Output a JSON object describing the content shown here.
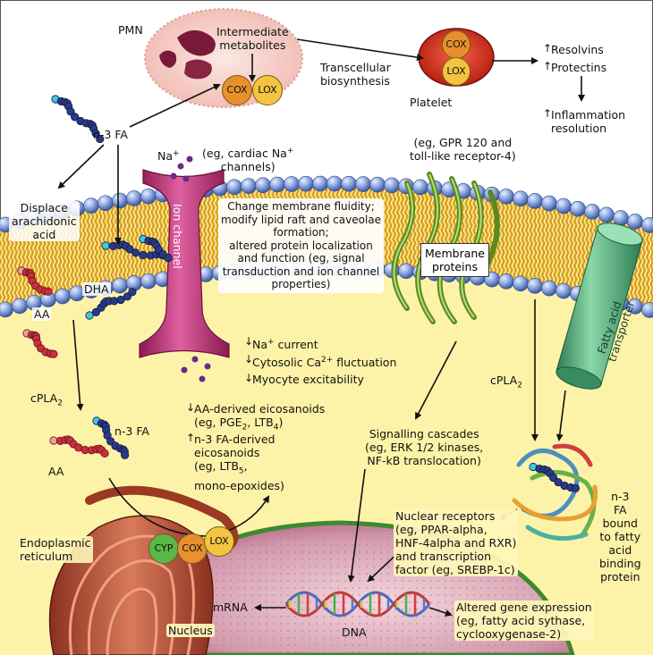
{
  "labels": {
    "pmn": "PMN",
    "intermediate_metabolites": [
      "Intermediate",
      "metabolites"
    ],
    "transcellular": [
      "Transcellular",
      "biosynthesis"
    ],
    "platelet": "Platelet",
    "resolvins": "Resolvins",
    "protectins": "Protectins",
    "inflammation_resolution": [
      "Inflammation",
      "resolution"
    ],
    "n3fa_top": "n-3 FA",
    "displace_aa": [
      "Displace",
      "arachidonic",
      "acid"
    ],
    "na_plus": "Na",
    "cardiac_na": [
      "(eg, cardiac Na",
      "channels)"
    ],
    "gpr120": [
      "(eg, GPR 120 and",
      "toll-like receptor-4)"
    ],
    "membrane_fluidity": [
      "Change membrane fluidity;",
      "modify lipid raft and caveolae",
      "formation;",
      "altered protein localization",
      "and function (eg, signal",
      "transduction and ion channel",
      "properties)"
    ],
    "membrane_proteins": [
      "Membrane",
      "proteins"
    ],
    "ion_channel": "Ion channel",
    "fatty_acid_transporter": [
      "Fatty acid",
      "transporter"
    ],
    "dha": "DHA",
    "aa_left": "AA",
    "na_current": "Na",
    "na_current_suffix": " current",
    "cytosolic_ca": "Cytosolic Ca",
    "cytosolic_ca_suffix": " fluctuation",
    "myocyte": "Myocyte excitability",
    "cpla2_left": "cPLA",
    "cpla2_right": "cPLA",
    "aa_lower": "AA",
    "n3fa_lower": "n-3 FA",
    "aa_eicosanoids": [
      "AA-derived eicosanoids",
      "(eg, PGE",
      ", LTB",
      ")"
    ],
    "n3_eicosanoids": [
      "n-3 FA-derived",
      "eicosanoids",
      "(eg, LTB",
      ",",
      "mono-epoxides)"
    ],
    "signalling": [
      "Signalling cascades",
      "(eg, ERK 1/2 kinases,",
      "NF-kB translocation)"
    ],
    "n3fa_bound": [
      "n-3",
      "FA",
      "bound",
      "to fatty",
      "acid",
      "binding",
      "protein"
    ],
    "endoplasmic": [
      "Endoplasmic",
      "reticulum"
    ],
    "nuclear_receptors": [
      "Nuclear receptors",
      "(eg, PPAR-alpha,",
      "HNF-4alpha and RXR)",
      "and transcription",
      "factor (eg, SREBP-1c)"
    ],
    "mrna": "mRNA",
    "dna": "DNA",
    "nucleus": "Nucleus",
    "altered_gene": [
      "Altered gene expression",
      "(eg, fatty acid sythase,",
      "cyclooxygenase-2)"
    ]
  },
  "enzymes": {
    "pmn_cox": "COX",
    "pmn_lox": "LOX",
    "plt_cox": "COX",
    "plt_lox": "LOX",
    "er_cyp": "CYP",
    "er_cox": "COX",
    "er_lox": "LOX"
  },
  "subscripts": {
    "na_sup": "+",
    "ca_sup": "2+",
    "cpla2_sub": "2",
    "pge_sub": "2",
    "ltb4_sub": "4",
    "ltb5_sub": "5"
  },
  "colors": {
    "cytoplasm": "#fdf3a8",
    "membrane_head": "#8aa6e0",
    "lipid_tail": "#e8b830",
    "ion_channel": "#c2387a",
    "membrane_protein": "#8cb544",
    "transporter": "#4ea57a",
    "nucleus": "#c98a9a",
    "cox": "#e89030",
    "lox": "#f2c040",
    "cyp": "#58b84a"
  }
}
